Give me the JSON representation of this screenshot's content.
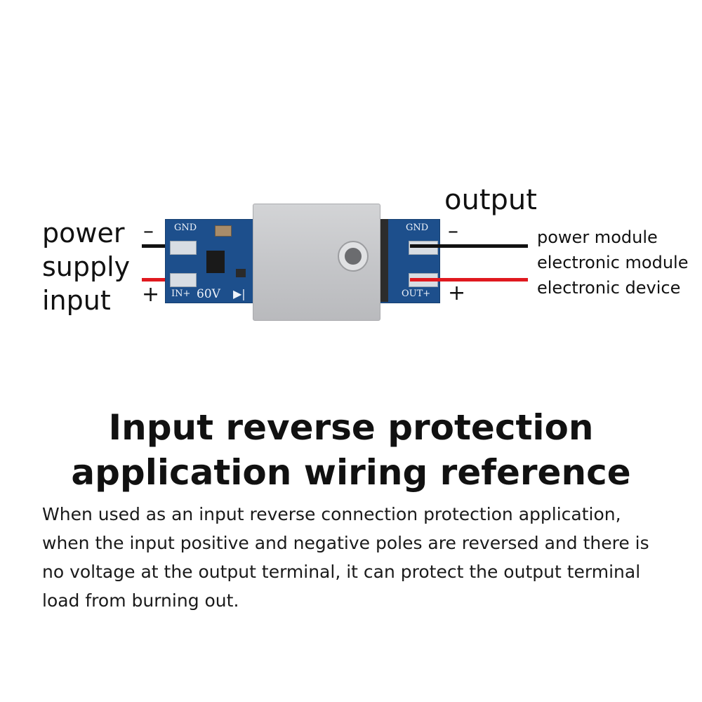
{
  "diagram": {
    "left_label_lines": [
      "power",
      "supply",
      "input"
    ],
    "output_label": "output",
    "in_negative_sign": "–",
    "in_positive_sign": "+",
    "out_negative_sign": "–",
    "out_positive_sign": "+",
    "right_labels": [
      "power module",
      "electronic module",
      "electronic device"
    ],
    "board_markings": {
      "left_gnd": "GND",
      "left_in": "IN+",
      "voltage": "60V",
      "right_gnd": "GND",
      "right_out": "OUT+"
    },
    "wire_colors": {
      "negative": "#111111",
      "positive": "#e0191f"
    }
  },
  "heading": {
    "line1": "Input reverse protection",
    "line2": "application wiring reference"
  },
  "description": {
    "lines": [
      "When used as an input reverse connection protection application,",
      "when the input positive and negative poles are reversed and there is",
      "no voltage at the output terminal, it can protect the output terminal",
      "load from burning out."
    ]
  }
}
